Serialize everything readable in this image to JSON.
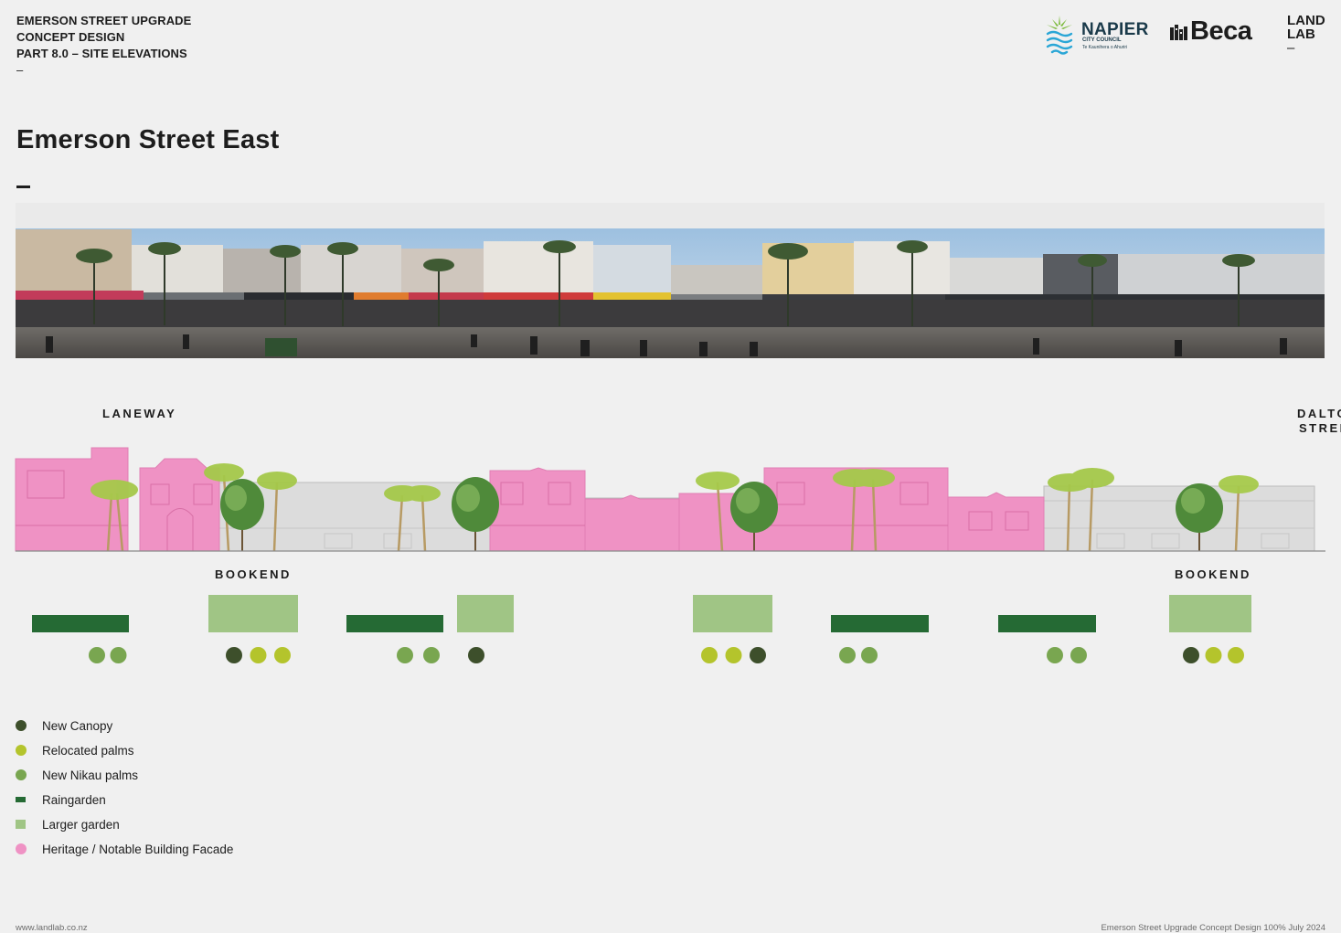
{
  "header": {
    "lines": [
      "EMERSON STREET UPGRADE",
      "CONCEPT DESIGN",
      "PART 8.0 – SITE ELEVATIONS"
    ],
    "dash": "–"
  },
  "logos": {
    "napier": {
      "name": "NAPIER",
      "sub": "CITY COUNCIL",
      "sub2": "Te Kaunihera o Ahuriri"
    },
    "beca": {
      "name": "Beca"
    },
    "landlab": {
      "line1": "LAND",
      "line2": "LAB",
      "dash": "–"
    }
  },
  "page_title": "Emerson Street East",
  "labels": {
    "laneway": "LANEWAY",
    "dalton_line1": "DALTO",
    "dalton_line2": "STREI",
    "bookend_left": "BOOKEND",
    "bookend_right": "BOOKEND"
  },
  "colors": {
    "new_canopy": "#3d4f2b",
    "relocated_palms": "#b4c42c",
    "new_nikau_palms": "#79a650",
    "raingarden": "#256a34",
    "larger_garden": "#a0c585",
    "heritage": "#ef92c4",
    "background": "#f0f0f0"
  },
  "plan": {
    "gardens": [
      {
        "kind": "raingarden"
      },
      {
        "kind": "larger_garden"
      },
      {
        "kind": "raingarden"
      },
      {
        "kind": "larger_garden"
      },
      {
        "kind": "larger_garden"
      },
      {
        "kind": "raingarden"
      },
      {
        "kind": "raingarden"
      },
      {
        "kind": "larger_garden"
      }
    ],
    "tree_groups": [
      [
        "new_nikau_palms",
        "new_nikau_palms"
      ],
      [
        "new_canopy",
        "relocated_palms",
        "relocated_palms"
      ],
      [
        "new_nikau_palms",
        "new_nikau_palms"
      ],
      [
        "new_canopy"
      ],
      [
        "relocated_palms",
        "relocated_palms",
        "new_canopy"
      ],
      [
        "new_nikau_palms",
        "new_nikau_palms"
      ],
      [
        "new_nikau_palms",
        "new_nikau_palms"
      ],
      [
        "new_canopy",
        "relocated_palms",
        "relocated_palms"
      ]
    ]
  },
  "legend": [
    {
      "label": "New Canopy",
      "key": "new_canopy",
      "shape": "dot"
    },
    {
      "label": "Relocated palms",
      "key": "relocated_palms",
      "shape": "dot"
    },
    {
      "label": "New Nikau palms",
      "key": "new_nikau_palms",
      "shape": "dot"
    },
    {
      "label": "Raingarden",
      "key": "raingarden",
      "shape": "rect-dark"
    },
    {
      "label": "Larger garden",
      "key": "larger_garden",
      "shape": "rect-light"
    },
    {
      "label": "Heritage / Notable Building Facade",
      "key": "heritage",
      "shape": "dot"
    }
  ],
  "footer": {
    "left": "www.landlab.co.nz",
    "right": "Emerson Street Upgrade   Concept Design 100%   July 2024"
  }
}
